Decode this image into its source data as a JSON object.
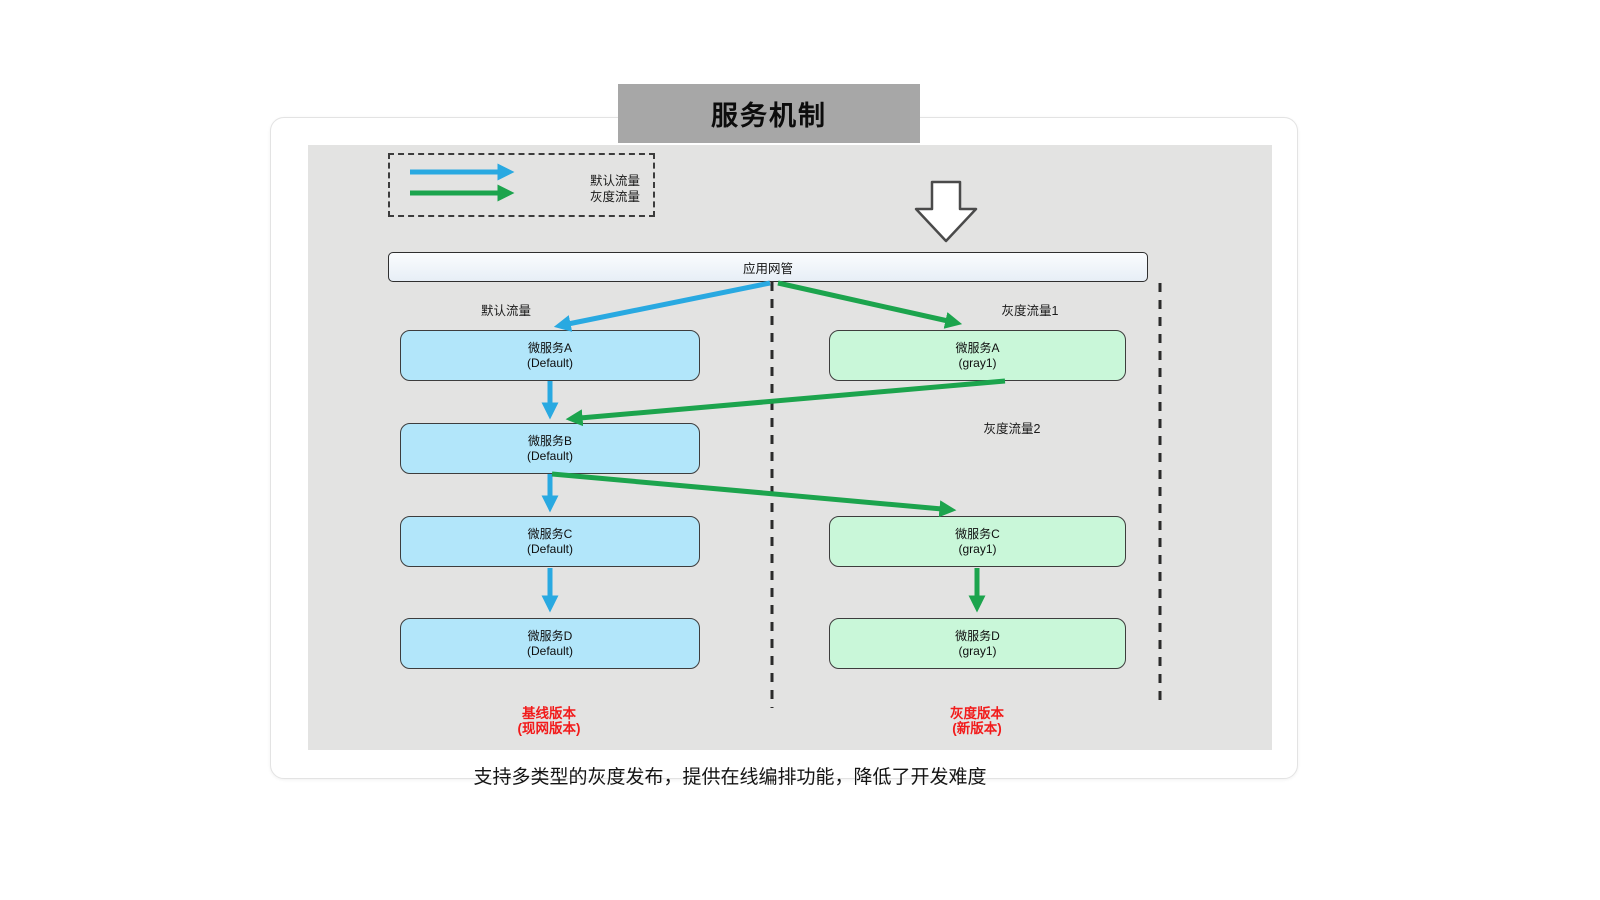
{
  "title": "服务机制",
  "legend": {
    "default_traffic": "默认流量",
    "gray_traffic": "灰度流量"
  },
  "gateway": {
    "label": "应用网管"
  },
  "columns": {
    "default_label": "默认流量",
    "gray1_label": "灰度流量1",
    "gray2_label": "灰度流量2"
  },
  "services": {
    "default": [
      {
        "name": "微服务A",
        "variant": "(Default)"
      },
      {
        "name": "微服务B",
        "variant": "(Default)"
      },
      {
        "name": "微服务C",
        "variant": "(Default)"
      },
      {
        "name": "微服务D",
        "variant": "(Default)"
      }
    ],
    "gray": [
      {
        "name": "微服务A",
        "variant": "(gray1)"
      },
      {
        "name": "微服务C",
        "variant": "(gray1)"
      },
      {
        "name": "微服务D",
        "variant": "(gray1)"
      }
    ]
  },
  "edges": [
    {
      "type": "default",
      "from": "应用网管",
      "to": "微服务A (Default)"
    },
    {
      "type": "default",
      "from": "微服务A (Default)",
      "to": "微服务B (Default)"
    },
    {
      "type": "default",
      "from": "微服务B (Default)",
      "to": "微服务C (Default)"
    },
    {
      "type": "default",
      "from": "微服务C (Default)",
      "to": "微服务D (Default)"
    },
    {
      "type": "gray",
      "from": "应用网管",
      "to": "微服务A (gray1)"
    },
    {
      "type": "gray",
      "from": "微服务A (gray1)",
      "to": "微服务B (Default)"
    },
    {
      "type": "gray",
      "from": "微服务B (Default)",
      "to": "微服务C (gray1)"
    },
    {
      "type": "gray",
      "from": "微服务C (gray1)",
      "to": "微服务D (gray1)"
    }
  ],
  "footers": {
    "baseline": {
      "line1": "基线版本",
      "line2": "(现网版本)"
    },
    "gray": {
      "line1": "灰度版本",
      "line2": "(新版本)"
    }
  },
  "caption": "支持多类型的灰度发布，提供在线编排功能，降低了开发难度",
  "colors": {
    "default_arrow": "#29a9e1",
    "gray_arrow": "#1ca44d",
    "default_box": "#b2e6fa",
    "gray_box": "#c9f7d9",
    "panel_bg": "#e3e3e2",
    "title_bg": "#a7a7a7",
    "accent_red": "#f21b1b"
  }
}
